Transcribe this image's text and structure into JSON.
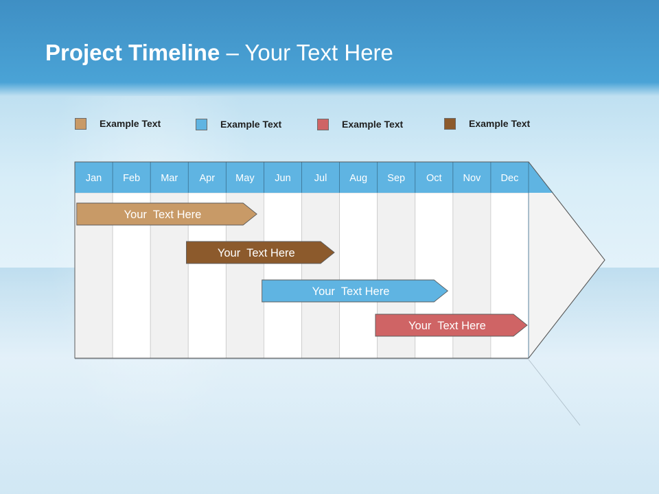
{
  "slide": {
    "title_bold": "Project Timeline",
    "title_rest": " – Your Text Here"
  },
  "legend": [
    {
      "label": "Example Text",
      "color": "#c89a67"
    },
    {
      "label": "Example Text",
      "color": "#5fb4e2"
    },
    {
      "label": "Example Text",
      "color": "#cf6465"
    },
    {
      "label": "Example Text",
      "color": "#8c5a2c"
    }
  ],
  "timeline": {
    "months": [
      "Jan",
      "Feb",
      "Mar",
      "Apr",
      "May",
      "Jun",
      "Jul",
      "Aug",
      "Sep",
      "Oct",
      "Nov",
      "Dec"
    ],
    "header_color": "#5fb4e2",
    "tasks": [
      {
        "label": "Your  Text Here",
        "start_month": 1.05,
        "end_month": 4.85,
        "color": "#c89a67"
      },
      {
        "label": "Your  Text Here",
        "start_month": 3.95,
        "end_month": 6.9,
        "color": "#8c5a2c"
      },
      {
        "label": "Your  Text Here",
        "start_month": 5.95,
        "end_month": 9.9,
        "color": "#5fb4e2"
      },
      {
        "label": "Your  Text Here",
        "start_month": 8.95,
        "end_month": 12.0,
        "color": "#cf6465"
      }
    ]
  }
}
